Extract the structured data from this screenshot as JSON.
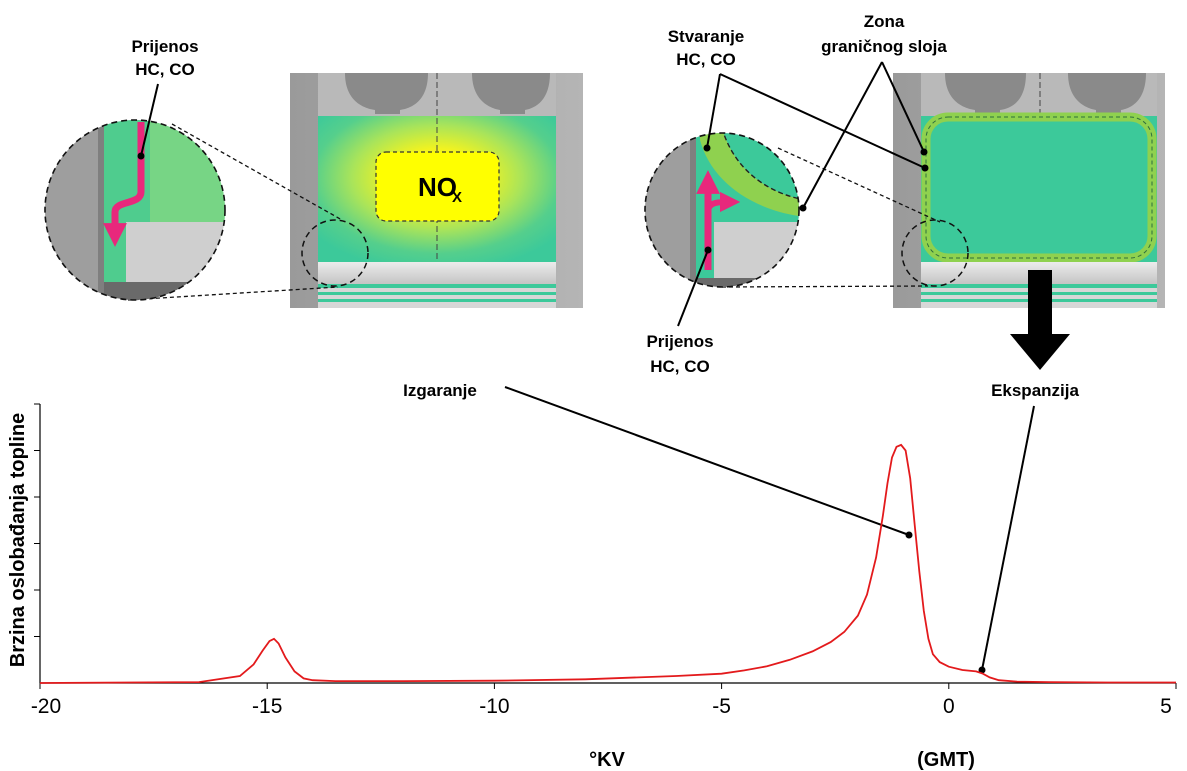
{
  "labels": {
    "prijenos_left": [
      "Prijenos",
      "HC, CO"
    ],
    "stvaranje": [
      "Stvaranje",
      "HC, CO"
    ],
    "zona": [
      "Zona",
      "graničnog sloja"
    ],
    "prijenos_right": [
      "Prijenos",
      "HC, CO"
    ],
    "izgaranje": "Izgaranje",
    "ekspanzija": "Ekspanzija",
    "nox_main": "NO",
    "nox_sub": "X"
  },
  "colors": {
    "curve": "#e31a1c",
    "arrow_pink": "#e8287c",
    "boundary_green": "#8fd14f",
    "chamber_green": "#3cc99a",
    "nox_yellow": "#ffff00",
    "wall_gray": "#a6a6a6"
  },
  "chart_data": {
    "type": "line",
    "xlabel": "°KV",
    "xlabel_secondary": "(GMT)",
    "ylabel": "Brzina oslobađanja topline",
    "xlim": [
      -20,
      5
    ],
    "ylim": [
      0,
      6
    ],
    "x_ticks": [
      -20,
      -15,
      -10,
      -5,
      0,
      5
    ],
    "x_tick_labels": [
      "-20",
      "-15",
      "-10",
      "-5",
      "0",
      "5"
    ],
    "y_ticks_unlabeled": 6,
    "series": [
      {
        "x": [
          -20,
          -16.5,
          -15.6,
          -15.3,
          -15.1,
          -14.95,
          -14.85,
          -14.75,
          -14.6,
          -14.4,
          -14.2,
          -14.0,
          -13.5,
          -12,
          -10,
          -8,
          -6,
          -5,
          -4.5,
          -4,
          -3.5,
          -3,
          -2.6,
          -2.3,
          -2.0,
          -1.8,
          -1.6,
          -1.45,
          -1.35,
          -1.25,
          -1.15,
          -1.05,
          -0.95,
          -0.85,
          -0.75,
          -0.65,
          -0.55,
          -0.45,
          -0.35,
          -0.2,
          0,
          0.3,
          0.6,
          0.75,
          0.9,
          1.1,
          1.5,
          2.2,
          3.5,
          5
        ],
        "values": [
          0,
          0.02,
          0.15,
          0.4,
          0.7,
          0.9,
          0.95,
          0.85,
          0.55,
          0.25,
          0.1,
          0.06,
          0.04,
          0.04,
          0.05,
          0.08,
          0.15,
          0.2,
          0.27,
          0.36,
          0.5,
          0.68,
          0.88,
          1.1,
          1.45,
          1.9,
          2.7,
          3.6,
          4.3,
          4.85,
          5.08,
          5.12,
          5.0,
          4.4,
          3.4,
          2.4,
          1.55,
          0.95,
          0.62,
          0.45,
          0.35,
          0.28,
          0.25,
          0.2,
          0.12,
          0.06,
          0.03,
          0.02,
          0.01,
          0.01
        ]
      }
    ]
  }
}
